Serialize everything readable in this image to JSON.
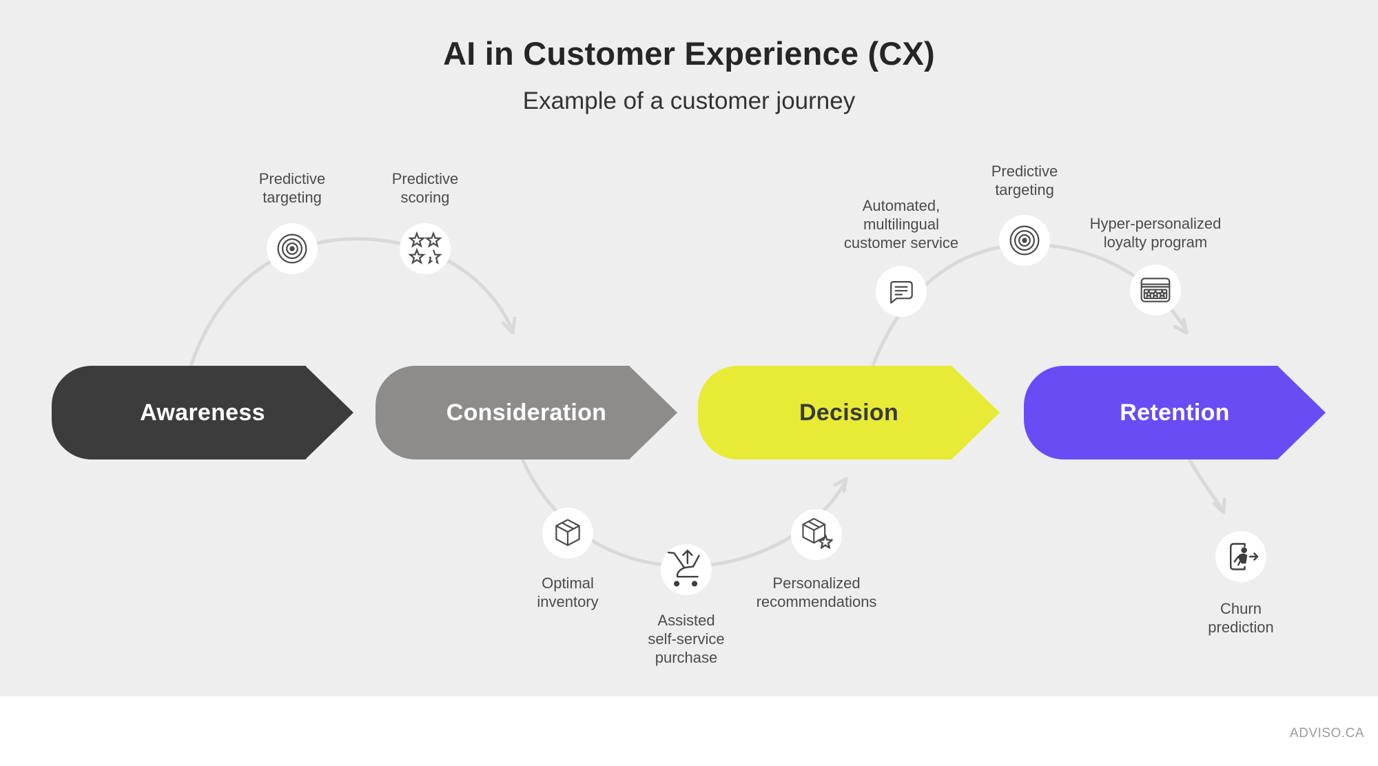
{
  "title": "AI in Customer Experience (CX)",
  "subtitle": "Example of a customer journey",
  "footer": {
    "brand": "ADVISO.CA"
  },
  "stages": [
    {
      "label": "Awareness",
      "color": "#3d3c3c",
      "text_color": "#ffffff"
    },
    {
      "label": "Consideration",
      "color": "#8e8c8b",
      "text_color": "#ffffff"
    },
    {
      "label": "Decision",
      "color": "#e7eb35",
      "text_color": "#3a3a3a"
    },
    {
      "label": "Retention",
      "color": "#6a4cf4",
      "text_color": "#ffffff"
    }
  ],
  "touchpoints": [
    {
      "id": "predictive-targeting-1",
      "label": "Predictive\ntargeting",
      "icon": "target-icon"
    },
    {
      "id": "predictive-scoring",
      "label": "Predictive\nscoring",
      "icon": "stars-icon"
    },
    {
      "id": "optimal-inventory",
      "label": "Optimal\ninventory",
      "icon": "package-icon"
    },
    {
      "id": "assisted-self-service-purchase",
      "label": "Assisted\nself-service\npurchase",
      "icon": "cart-icon"
    },
    {
      "id": "personalized-recommendations",
      "label": "Personalized\nrecommendations",
      "icon": "package-star-icon"
    },
    {
      "id": "automated-multilingual-customer-service",
      "label": "Automated,\nmultilingual\ncustomer service",
      "icon": "chat-icon"
    },
    {
      "id": "predictive-targeting-2",
      "label": "Predictive\ntargeting",
      "icon": "target-icon"
    },
    {
      "id": "hyper-personalized-loyalty-program",
      "label": "Hyper-personalized\nloyalty program",
      "icon": "loyalty-card-icon"
    },
    {
      "id": "churn-prediction",
      "label": "Churn\nprediction",
      "icon": "person-exit-icon"
    }
  ],
  "colors": {
    "background": "#eeeeee",
    "footer_background": "#ffffff",
    "arc": "#d9d9d9",
    "icon_stroke": "#4a4a4a",
    "label_text": "#4b4b4b",
    "title_text": "#262626"
  }
}
